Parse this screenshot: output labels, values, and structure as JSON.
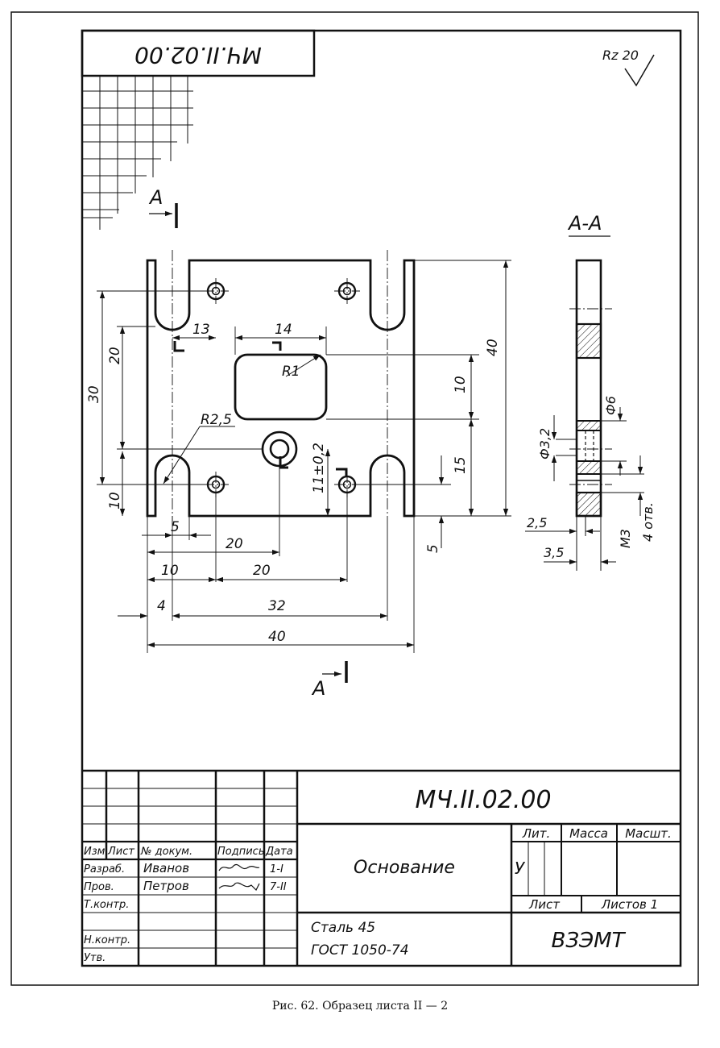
{
  "designation": "МЧ.II.02.00",
  "designation_rotated": "МЧ.II.02.00",
  "roughness": "Rz 20",
  "section_letter": "А",
  "section_title": "А-А",
  "dims": {
    "d13": "13",
    "d14": "14",
    "d40v": "40",
    "d20v": "20",
    "d30v": "30",
    "d10v": "10",
    "d10h": "10",
    "d15v": "15",
    "d5h": "5",
    "d20a": "20",
    "d20b": "20",
    "d10b": "10",
    "d4": "4",
    "d32": "32",
    "d40h": "40",
    "d5v": "5",
    "tol": "11±0,2",
    "r1": "R1",
    "r25": "R2,5",
    "phi6": "Ф6",
    "phi32": "Ф3,2",
    "d25": "2,5",
    "d35": "3,5",
    "m3": "М3",
    "holes": "4 отв."
  },
  "title_block": {
    "designation": "МЧ.II.02.00",
    "part_name": "Основание",
    "material_line1": "Сталь 45",
    "material_line2": "ГОСТ 1050-74",
    "organization": "ВЗЭМТ",
    "col_izm": "Изм.",
    "col_list": "Лист",
    "col_doc": "№ докум.",
    "col_sign": "Подпись",
    "col_date": "Дата",
    "razrab_label": "Разраб.",
    "razrab_name": "Иванов",
    "razrab_date": "1-I",
    "prov_label": "Пров.",
    "prov_name": "Петров",
    "prov_date": "7-II",
    "tkontr_label": "Т.контр.",
    "nkontr_label": "Н.контр.",
    "utv_label": "Утв.",
    "lit_label": "Лит.",
    "mass_label": "Масса",
    "scale_label": "Масшт.",
    "lit_value": "У",
    "sheet_label": "Лист",
    "sheets_label": "Листов 1"
  },
  "caption": "Рис. 62. Образец листа II — 2"
}
